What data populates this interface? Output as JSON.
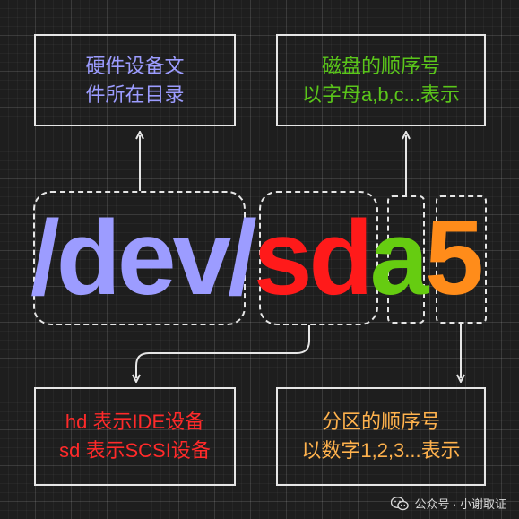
{
  "boxes": {
    "top_left": {
      "line1": "硬件设备文",
      "line2": "件所在目录"
    },
    "top_right": {
      "line1": "磁盘的顺序号",
      "line2": "以字母a,b,c...表示"
    },
    "bottom_left": {
      "line1": "hd 表示IDE设备",
      "line2": "sd 表示SCSI设备"
    },
    "bottom_right": {
      "line1": "分区的顺序号",
      "line2": "以数字1,2,3...表示"
    }
  },
  "device_path": {
    "dev": "/dev/",
    "sd": "sd",
    "a": "a",
    "partition": "5"
  },
  "watermark": {
    "text": "公众号 · 小谢取证",
    "icon": "wechat-icon"
  },
  "colors": {
    "background": "#1e1e1e",
    "dev": "#9c9cff",
    "sd": "#ff1a1a",
    "a": "#66cc11",
    "partition": "#ff8c1a",
    "top_right_text": "#5ac61a",
    "bottom_left_text": "#ff2a2a",
    "bottom_right_text": "#ffb24d",
    "line": "#e6e6e6"
  }
}
